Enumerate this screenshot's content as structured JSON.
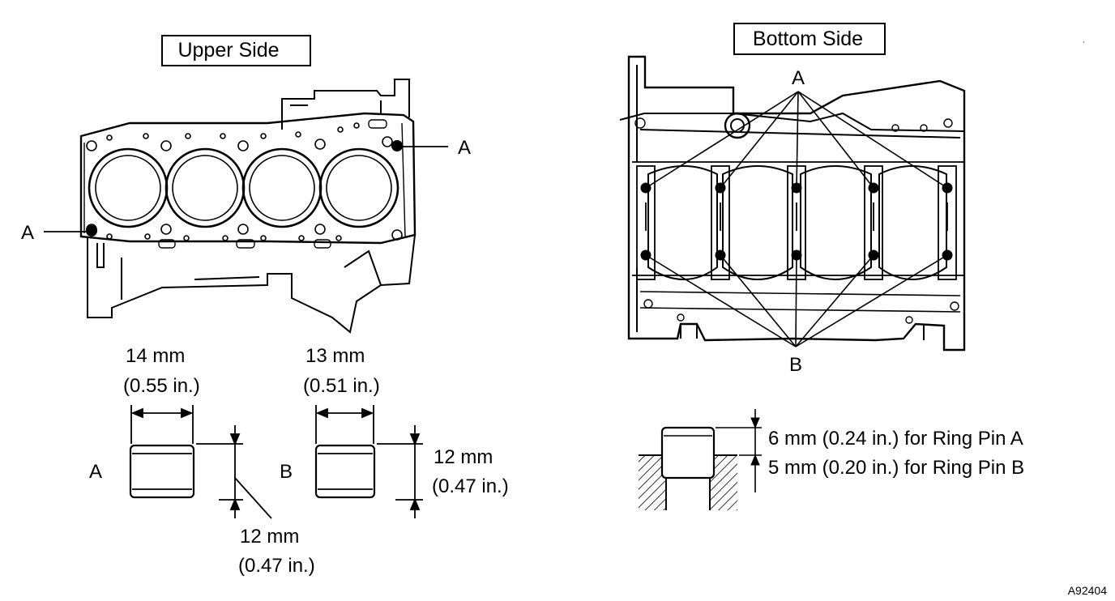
{
  "upper_side": {
    "title": "Upper Side",
    "label_a_right": "A",
    "label_a_left": "A"
  },
  "bottom_side": {
    "title": "Bottom Side",
    "label_a": "A",
    "label_b": "B"
  },
  "pin_a": {
    "letter": "A",
    "width_mm": "14 mm",
    "width_in": "(0.55 in.)",
    "height_mm": "12 mm",
    "height_in": "(0.47 in.)"
  },
  "pin_b": {
    "letter": "B",
    "width_mm": "13 mm",
    "width_in": "(0.51 in.)",
    "height_mm": "12 mm",
    "height_in": "(0.47 in.)"
  },
  "protrusion": {
    "line1": "6 mm (0.24 in.) for Ring Pin A",
    "line2": "5 mm (0.20 in.) for Ring Pin B"
  },
  "figure_id": "A92404"
}
